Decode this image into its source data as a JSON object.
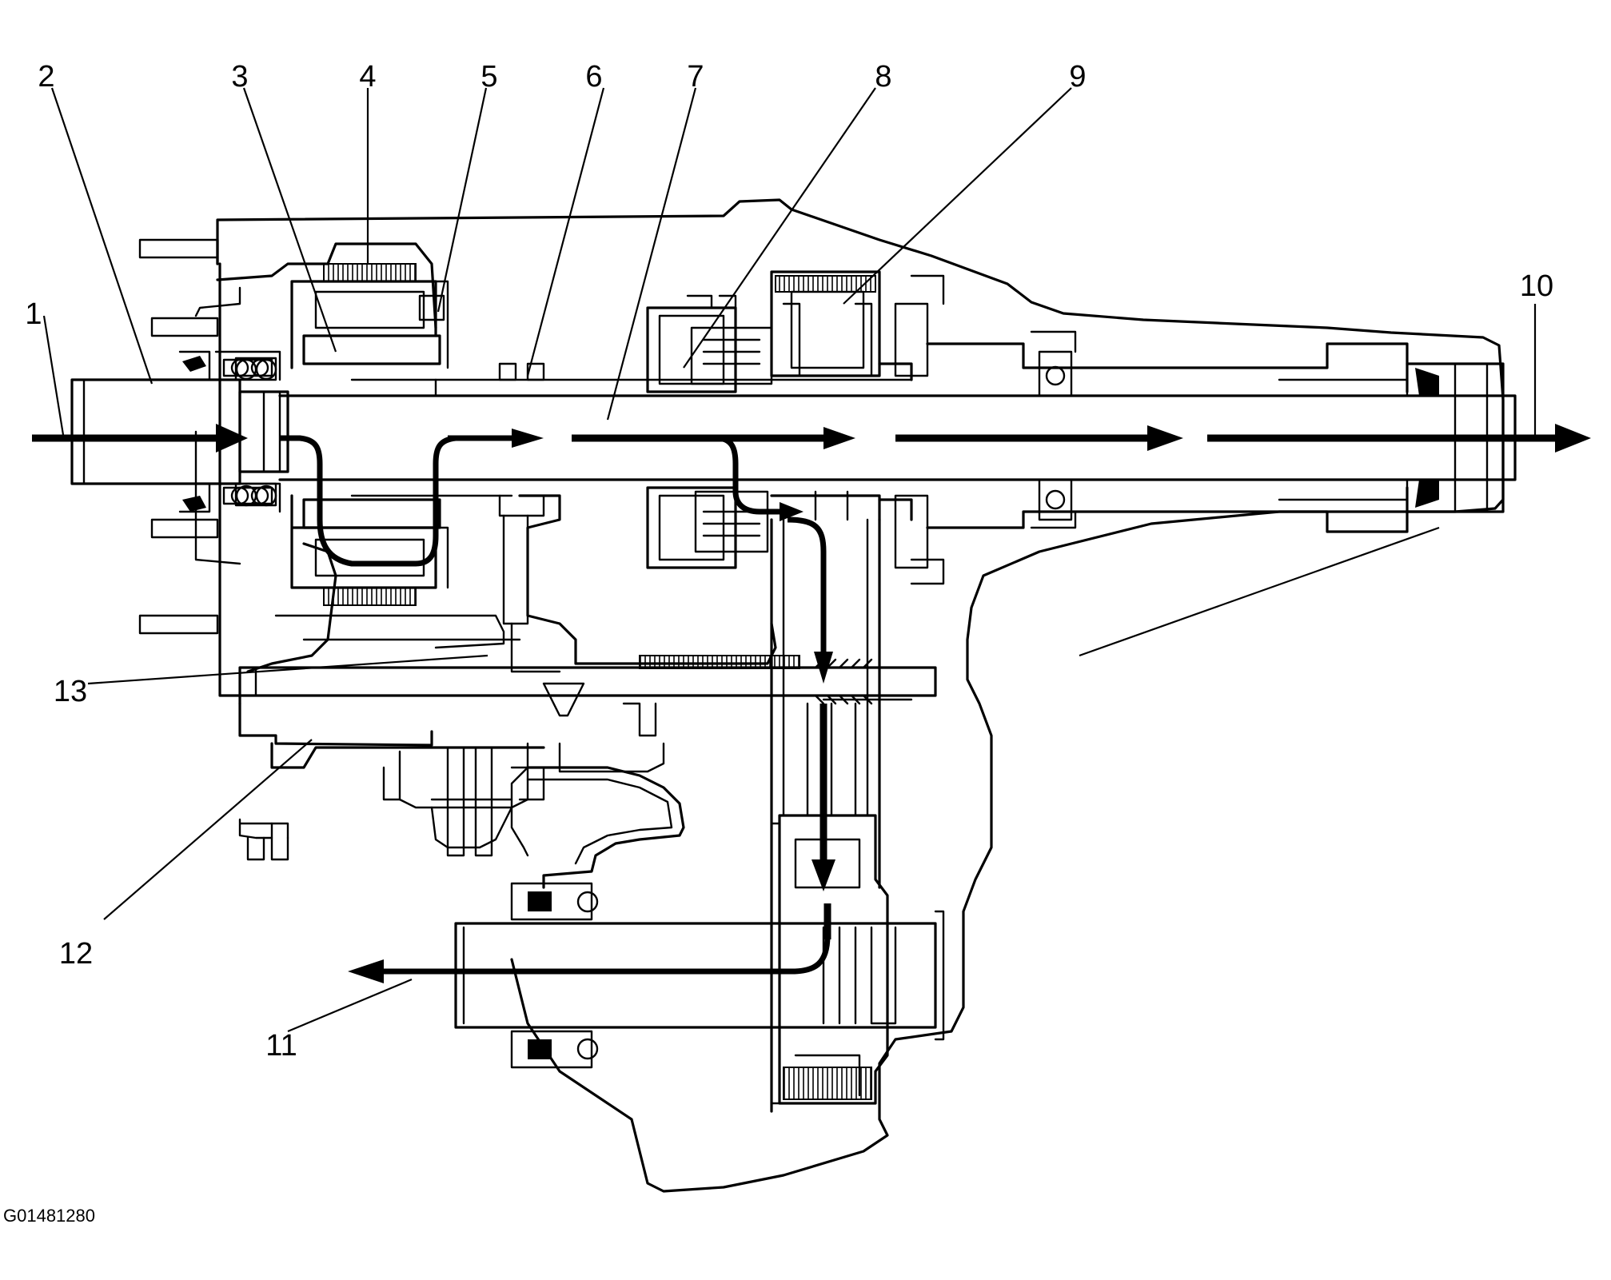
{
  "figure_id": "G01481280",
  "callouts": [
    "1",
    "2",
    "3",
    "4",
    "5",
    "6",
    "7",
    "8",
    "9",
    "10",
    "11",
    "12",
    "13"
  ],
  "colors": {
    "ink": "#000000",
    "background": "#ffffff"
  }
}
